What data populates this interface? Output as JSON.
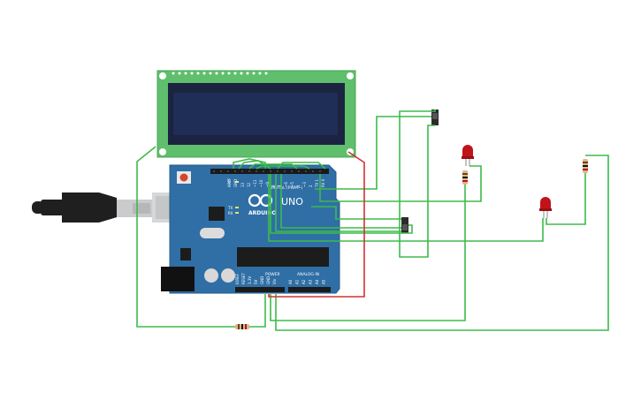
{
  "colors": {
    "background": "#ffffff",
    "wire_green": "#3dbb4a",
    "wire_red": "#d23232",
    "board_blue": "#2f6fa6",
    "board_edge": "#245a88",
    "lcd_pcb": "#5fbf6c",
    "lcd_screen": "#1f2e57",
    "led_red": "#c0141b",
    "resistor_body": "#d9b889",
    "usb_black": "#1f1f1f",
    "usb_metal": "#c9cbcd"
  },
  "board": {
    "brand": "ARDUINO",
    "model": "UNO",
    "digital_label": "DIGITAL (PWM~)",
    "analog_label": "ANALOG IN",
    "power_label": "POWER",
    "aref": "AREF",
    "gnd": "GND",
    "led_l": "L",
    "led_tx": "TX",
    "led_rx": "RX",
    "digital_pins": [
      "13",
      "12",
      "~11",
      "~10",
      "~9",
      "8",
      "7",
      "~6",
      "~5",
      "4",
      "~3",
      "2",
      "TX 1",
      "RX 0"
    ],
    "power_pins": [
      "IOREF",
      "RESET",
      "3.3V",
      "5V",
      "GND",
      "GND",
      "Vin"
    ],
    "analog_pins": [
      "A0",
      "A1",
      "A2",
      "A3",
      "A4",
      "A5"
    ]
  },
  "icons": {
    "usb_cable": "usb-cable-icon",
    "led": "led-icon",
    "resistor": "resistor-icon",
    "switch": "slide-switch-icon",
    "lcd": "lcd-16x2-icon"
  }
}
